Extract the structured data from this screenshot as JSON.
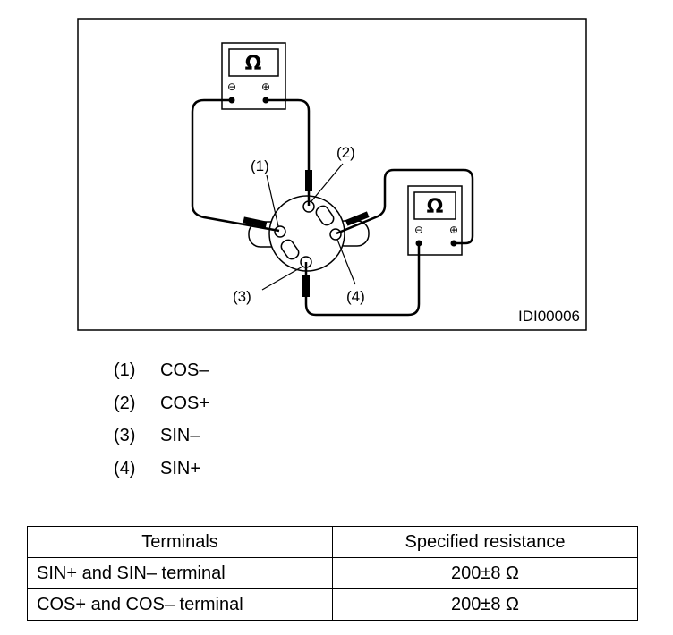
{
  "figure": {
    "id_label": "IDI00006",
    "meter_symbol": "Ω",
    "minus_symbol": "⊖",
    "plus_symbol": "⊕",
    "callouts": [
      "(1)",
      "(2)",
      "(3)",
      "(4)"
    ]
  },
  "legend": [
    {
      "num": "(1)",
      "text": "COS–"
    },
    {
      "num": "(2)",
      "text": "COS+"
    },
    {
      "num": "(3)",
      "text": "SIN–"
    },
    {
      "num": "(4)",
      "text": "SIN+"
    }
  ],
  "table": {
    "headers": [
      "Terminals",
      "Specified resistance"
    ],
    "rows": [
      {
        "terminal": "SIN+ and SIN– terminal",
        "resistance": "200±8 Ω"
      },
      {
        "terminal": "COS+ and COS– terminal",
        "resistance": "200±8 Ω"
      }
    ]
  }
}
